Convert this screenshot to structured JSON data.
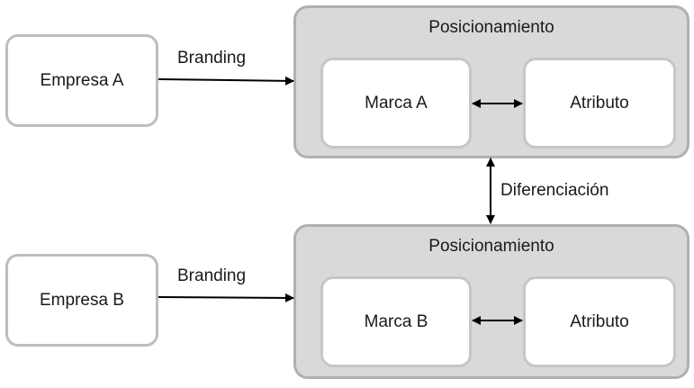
{
  "top": {
    "company": "Empresa A",
    "arrow_label": "Branding",
    "group_title": "Posicionamiento",
    "brand": "Marca A",
    "attribute": "Atributo"
  },
  "middle": {
    "link_label": "Diferenciación"
  },
  "bottom": {
    "company": "Empresa B",
    "arrow_label": "Branding",
    "group_title": "Posicionamiento",
    "brand": "Marca B",
    "attribute": "Atributo"
  }
}
